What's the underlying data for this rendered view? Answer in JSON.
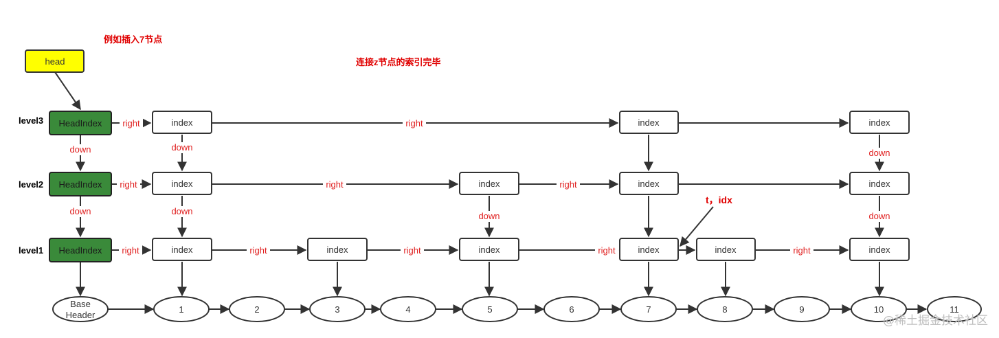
{
  "head_label": "head",
  "notes": {
    "insert": "例如插入7节点",
    "done": "连接z节点的索引完毕",
    "pointer": "t，idx"
  },
  "levels": [
    "level3",
    "level2",
    "level1"
  ],
  "head_index_label": "HeadIndex",
  "index_label": "index",
  "edge_labels": {
    "right": "right",
    "down": "down"
  },
  "base_header": [
    "Base",
    "Header"
  ],
  "nodes": [
    "1",
    "2",
    "3",
    "4",
    "5",
    "6",
    "7",
    "8",
    "9",
    "10",
    "11"
  ],
  "watermark": "@稀土掘金技术社区"
}
